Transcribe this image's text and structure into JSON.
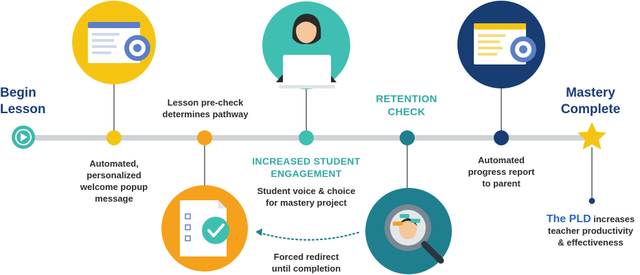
{
  "start": {
    "line1": "Begin",
    "line2": "Lesson"
  },
  "end": {
    "line1": "Mastery",
    "line2": "Complete"
  },
  "steps": {
    "welcome": {
      "l1": "Automated,",
      "l2": "personalized",
      "l3": "welcome popup",
      "l4": "message"
    },
    "precheck": {
      "l1": "Lesson pre-check",
      "l2": "determines pathway"
    },
    "engagement": {
      "h1": "INCREASED STUDENT",
      "h2": "ENGAGEMENT",
      "l1": "Student voice & choice",
      "l2": "for mastery project"
    },
    "retention": {
      "h1": "RETENTION",
      "h2": "CHECK"
    },
    "report": {
      "l1": "Automated",
      "l2": "progress report",
      "l3": "to parent"
    },
    "redirect": {
      "l1": "Forced redirect",
      "l2": "until completion"
    },
    "pld": {
      "brand": "The PLD",
      "l1": " increases",
      "l2": "teacher productivity",
      "l3": "& effectiveness"
    }
  },
  "colors": {
    "timeline": "#cfd3d6",
    "yellow": "#f5c413",
    "orange": "#f5a11c",
    "teal": "#3fbfb2",
    "darkteal": "#1f7f8e",
    "navy": "#173d73",
    "play": "#3fb8ae"
  },
  "icons": [
    "play-icon",
    "browser-gear-icon",
    "checklist-icon",
    "student-laptop-icon",
    "magnifier-student-icon",
    "browser-gear-icon",
    "star-icon"
  ]
}
